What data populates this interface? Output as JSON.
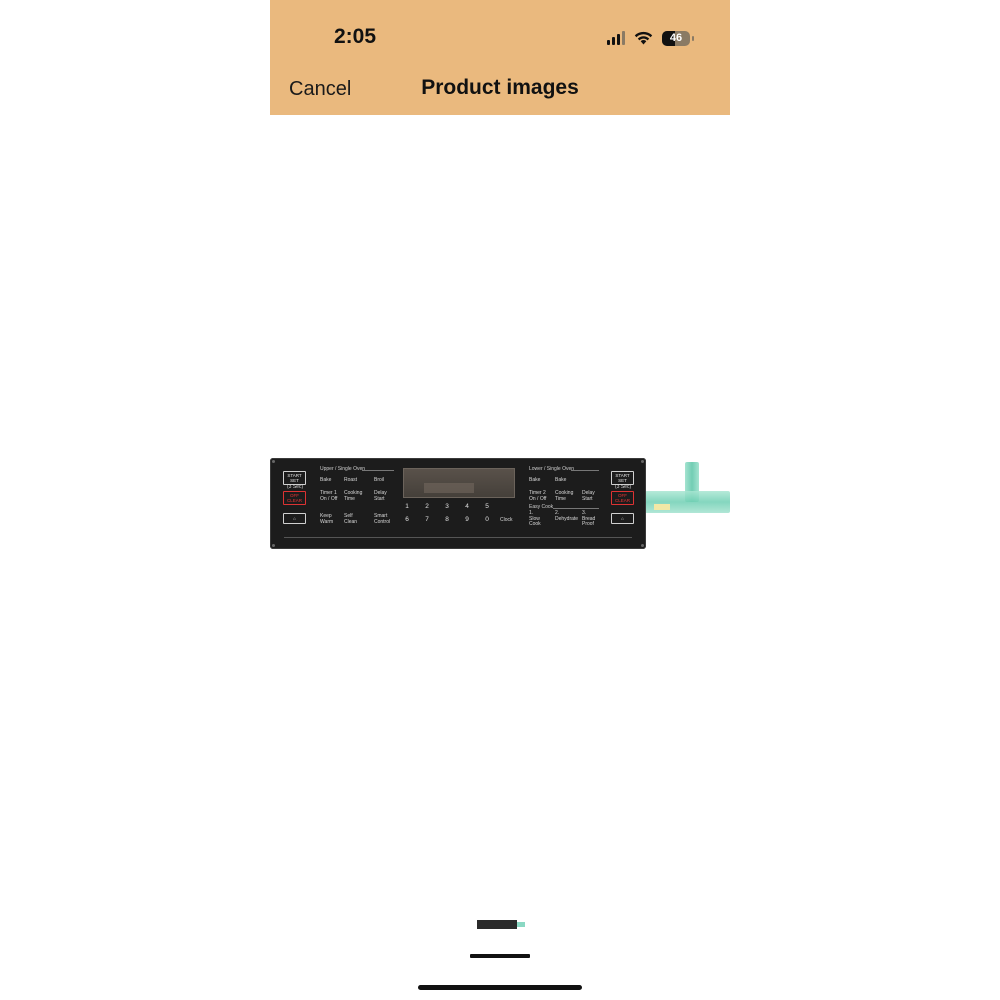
{
  "status_bar": {
    "time": "2:05",
    "battery_level": "46",
    "signal_icon": "cellular-signal-icon",
    "wifi_icon": "wifi-icon",
    "battery_icon": "battery-icon"
  },
  "nav": {
    "cancel_label": "Cancel",
    "title": "Product images"
  },
  "colors": {
    "header_background": "#eab97e",
    "panel_background": "#1c1c1c",
    "ribbon": "#6fcfb3"
  },
  "product_panel": {
    "upper_section_label": "Upper / Single Oven",
    "lower_section_label": "Lower / Single Oven",
    "left_buttons": {
      "start": "START\nSET",
      "start_sub": "(3 Sec)",
      "off": "OFF\nCLEAR",
      "lock_icon": "lock-icon"
    },
    "right_buttons": {
      "start": "START\nSET",
      "start_sub": "(3 Sec)",
      "off": "OFF\nCLEAR",
      "lock_icon": "lock-icon"
    },
    "upper_controls": {
      "bake": "Bake",
      "roast": "Roast",
      "broil": "Broil",
      "timer": "Timer 1\nOn / Off",
      "cooking_time": "Cooking\nTime",
      "delay_start": "Delay\nStart",
      "keep_warm": "Keep\nWarm",
      "self_clean": "Self\nClean",
      "smart_control": "Smart\nControl"
    },
    "keypad": {
      "row1": [
        "1",
        "2",
        "3",
        "4",
        "5"
      ],
      "row2": [
        "6",
        "7",
        "8",
        "9",
        "0"
      ],
      "clock": "Clock"
    },
    "lower_controls": {
      "bake": "Bake",
      "bake2": "Bake",
      "timer": "Timer 2\nOn / Off",
      "cooking_time": "Cooking\nTime",
      "delay_start": "Delay\nStart",
      "easy_cook": "Easy Cook",
      "slow_cook": "1.\nSlow\nCook",
      "dehydrate": "2.\nDehydrate",
      "bread_proof": "3.\nBread\nProof"
    }
  }
}
